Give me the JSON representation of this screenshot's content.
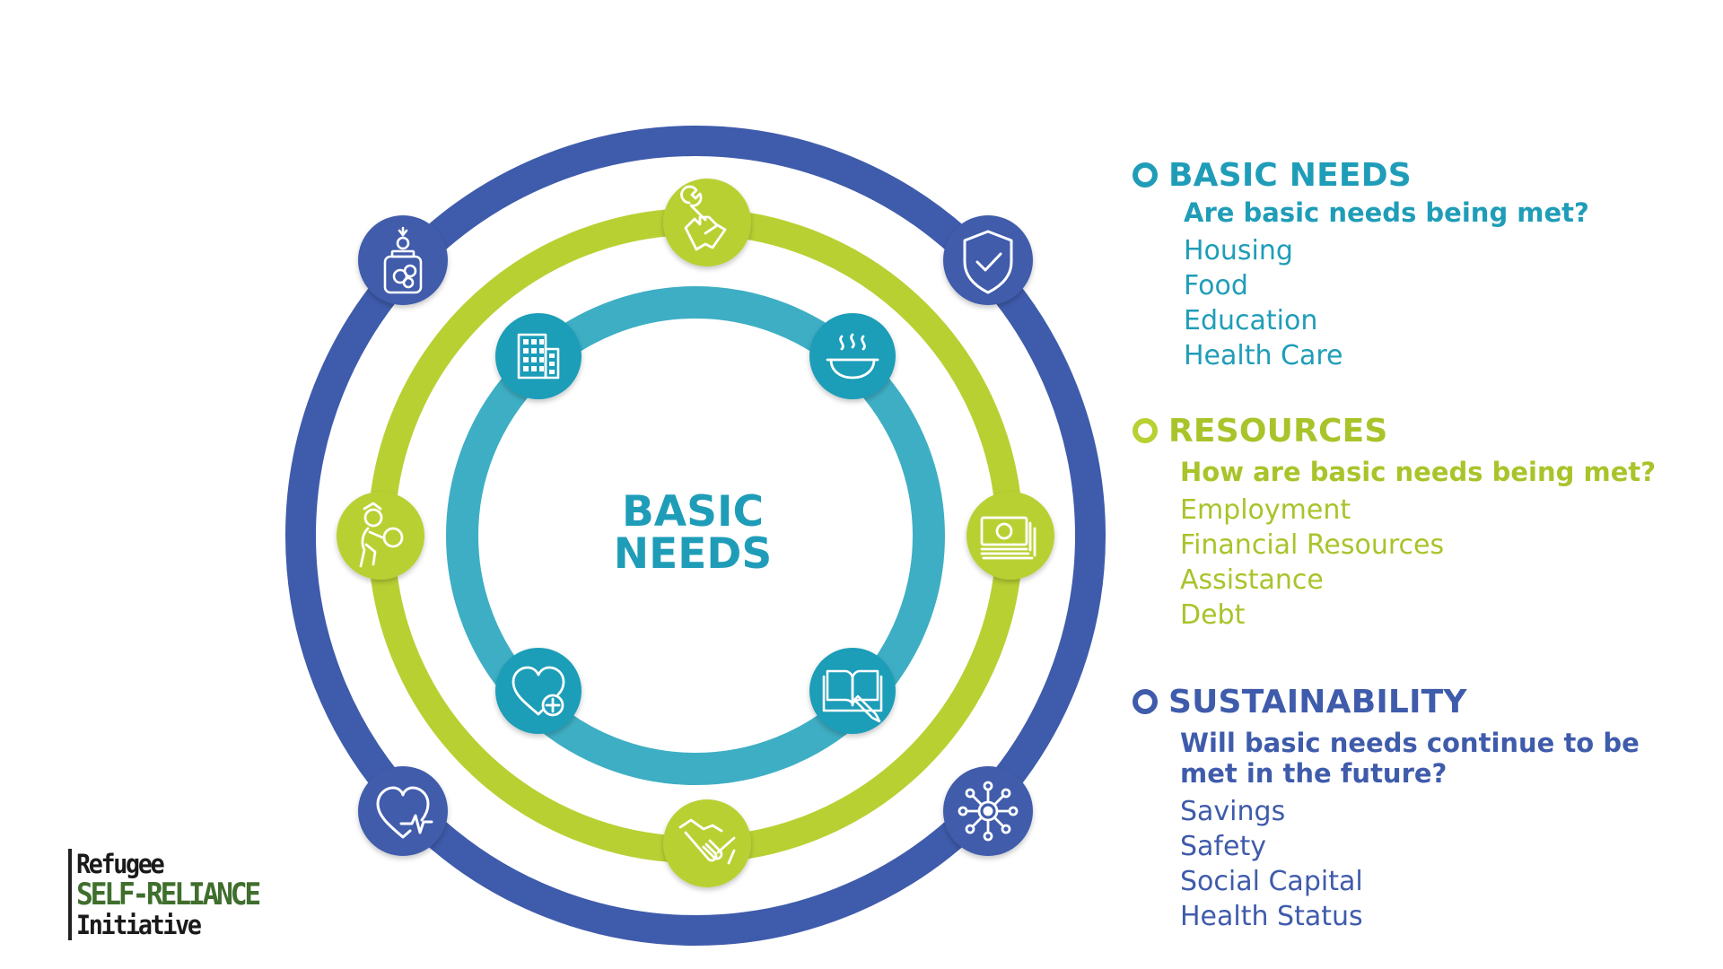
{
  "colors": {
    "outer": "#3f5bab",
    "middle": "#b9d033",
    "inner": "#3eaec4",
    "center_text": "#1f9db8",
    "logo_green": "#3f6e2d"
  },
  "center": {
    "line1": "BASIC",
    "line2": "NEEDS"
  },
  "icons": {
    "outer": [
      "coin-jar-icon",
      "shield-check-icon",
      "heart-pulse-icon",
      "network-icon"
    ],
    "middle": [
      "hand-wrench-icon",
      "money-icon",
      "handshake-icon",
      "person-carrying-icon"
    ],
    "inner": [
      "building-icon",
      "hot-food-icon",
      "book-pencil-icon",
      "heart-plus-icon"
    ]
  },
  "legend": {
    "basic": {
      "heading": "BASIC NEEDS",
      "question": "Are basic needs being met?",
      "items": [
        "Housing",
        "Food",
        "Education",
        "Health Care"
      ],
      "color": "#1f9db8"
    },
    "resources": {
      "heading": "RESOURCES",
      "question": "How are basic needs being met?",
      "items": [
        "Employment",
        "Financial Resources",
        "Assistance",
        "Debt"
      ],
      "color": "#a8c42a"
    },
    "sustainability": {
      "heading": "SUSTAINABILITY",
      "question_line1": "Will basic needs continue to be",
      "question_line2": "met in the future?",
      "items": [
        "Savings",
        "Safety",
        "Social Capital",
        "Health Status"
      ],
      "color": "#3f5bab"
    }
  },
  "logo": {
    "line1": "Refugee",
    "line2": "SELF-RELIANCE",
    "line3": "Initiative"
  }
}
